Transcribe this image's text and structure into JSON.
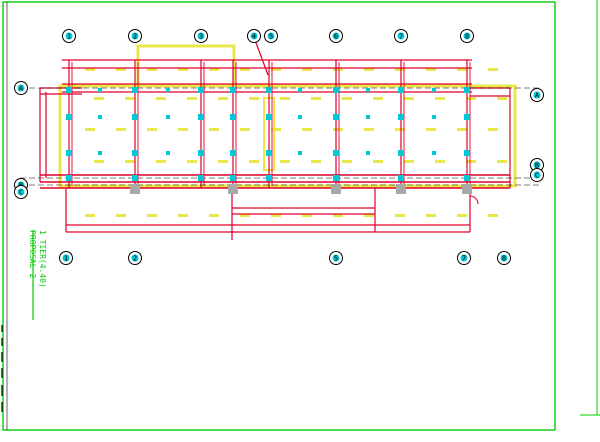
{
  "drawing": {
    "title_line1": "1 TIER(4.40)",
    "title_line2": "PROPOSAL 2",
    "colors": {
      "border": "#00cc00",
      "walls": "#e0002a",
      "hatch": "#e8e84a",
      "columns": "#00c8d8",
      "bubble": "#000000"
    },
    "grid_top": [
      "1",
      "2",
      "3",
      "4",
      "5",
      "6",
      "7",
      "8"
    ],
    "grid_bottom": [
      "1",
      "2",
      "5",
      "7",
      "8"
    ],
    "grid_right": [
      "A",
      "B",
      "C"
    ],
    "grid_left": [
      "A",
      "B",
      "C"
    ]
  }
}
